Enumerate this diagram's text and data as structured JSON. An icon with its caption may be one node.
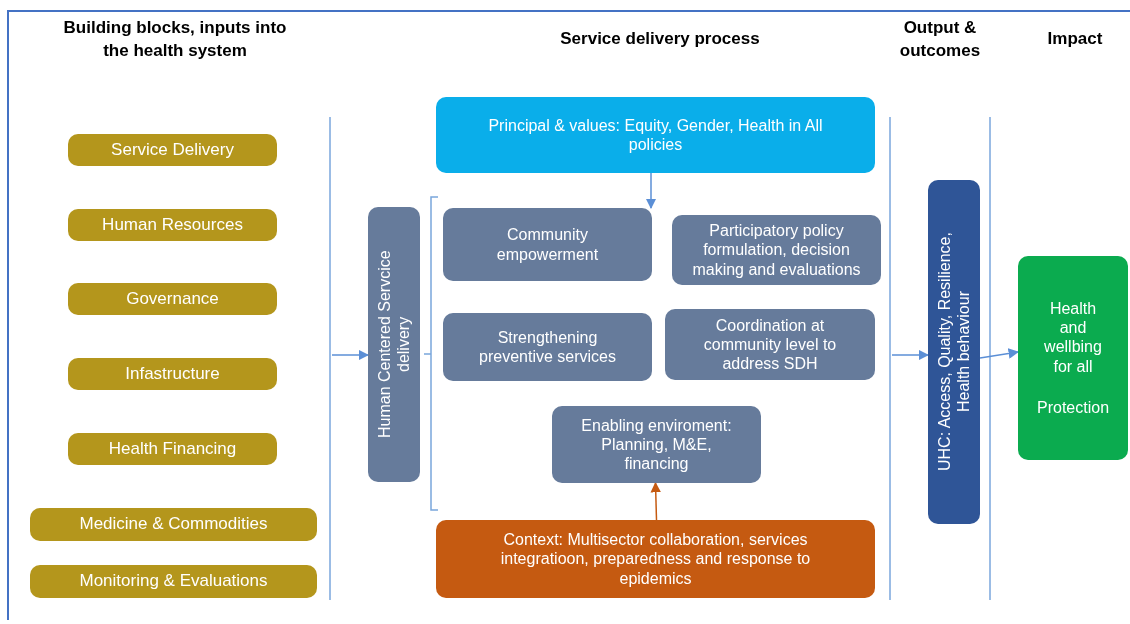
{
  "diagram": {
    "nodes": [
      {
        "text": [
          "Service Delivery"
        ]
      },
      {
        "text": [
          "Human Resources"
        ]
      },
      {
        "text": [
          "Governance"
        ]
      },
      {
        "text": [
          "Infastructure"
        ]
      },
      {
        "text": [
          "Health Financing"
        ]
      },
      {
        "text": [
          "Medicine & Commodities"
        ]
      },
      {
        "text": [
          "Monitoring & Evaluations"
        ]
      },
      {
        "text": [
          "Human Centered Servcice delivery"
        ]
      },
      {
        "text": [
          "Principal & values: Equity, Gender, Health in All policies"
        ]
      },
      {
        "text": [
          "Community empowerment"
        ]
      },
      {
        "text": [
          "Participatory policy formulation, decision making and evaluations"
        ]
      },
      {
        "text": [
          "Strengthening preventive services"
        ]
      },
      {
        "text": [
          "Coordination at community level to address SDH"
        ]
      },
      {
        "text": [
          "Enabling enviroment: Planning, M&E, financing"
        ]
      },
      {
        "text": [
          "Context: Multisector collaboration, services integratioon, preparedness and response to epidemics"
        ]
      },
      {
        "text": [
          "UHC: Access, Quality, Resilience, Health behaviour"
        ]
      },
      {
        "text": [
          "Health and wellbing for all",
          "Protection"
        ]
      }
    ],
    "edges": [
      {
        "from": null,
        "to": 7,
        "arrow": "to"
      },
      {
        "from": 8,
        "to": 9,
        "arrow": "to"
      },
      {
        "from": 14,
        "to": 13,
        "arrow": "to",
        "color": "#c55a11"
      },
      {
        "from": null,
        "to": 15,
        "arrow": "to"
      },
      {
        "from": 15,
        "to": 16,
        "arrow": "to"
      }
    ],
    "labels": [
      "Building blocks, inputs into the health system",
      "Service delivery process",
      "Output & outcomes",
      "Impact"
    ]
  }
}
